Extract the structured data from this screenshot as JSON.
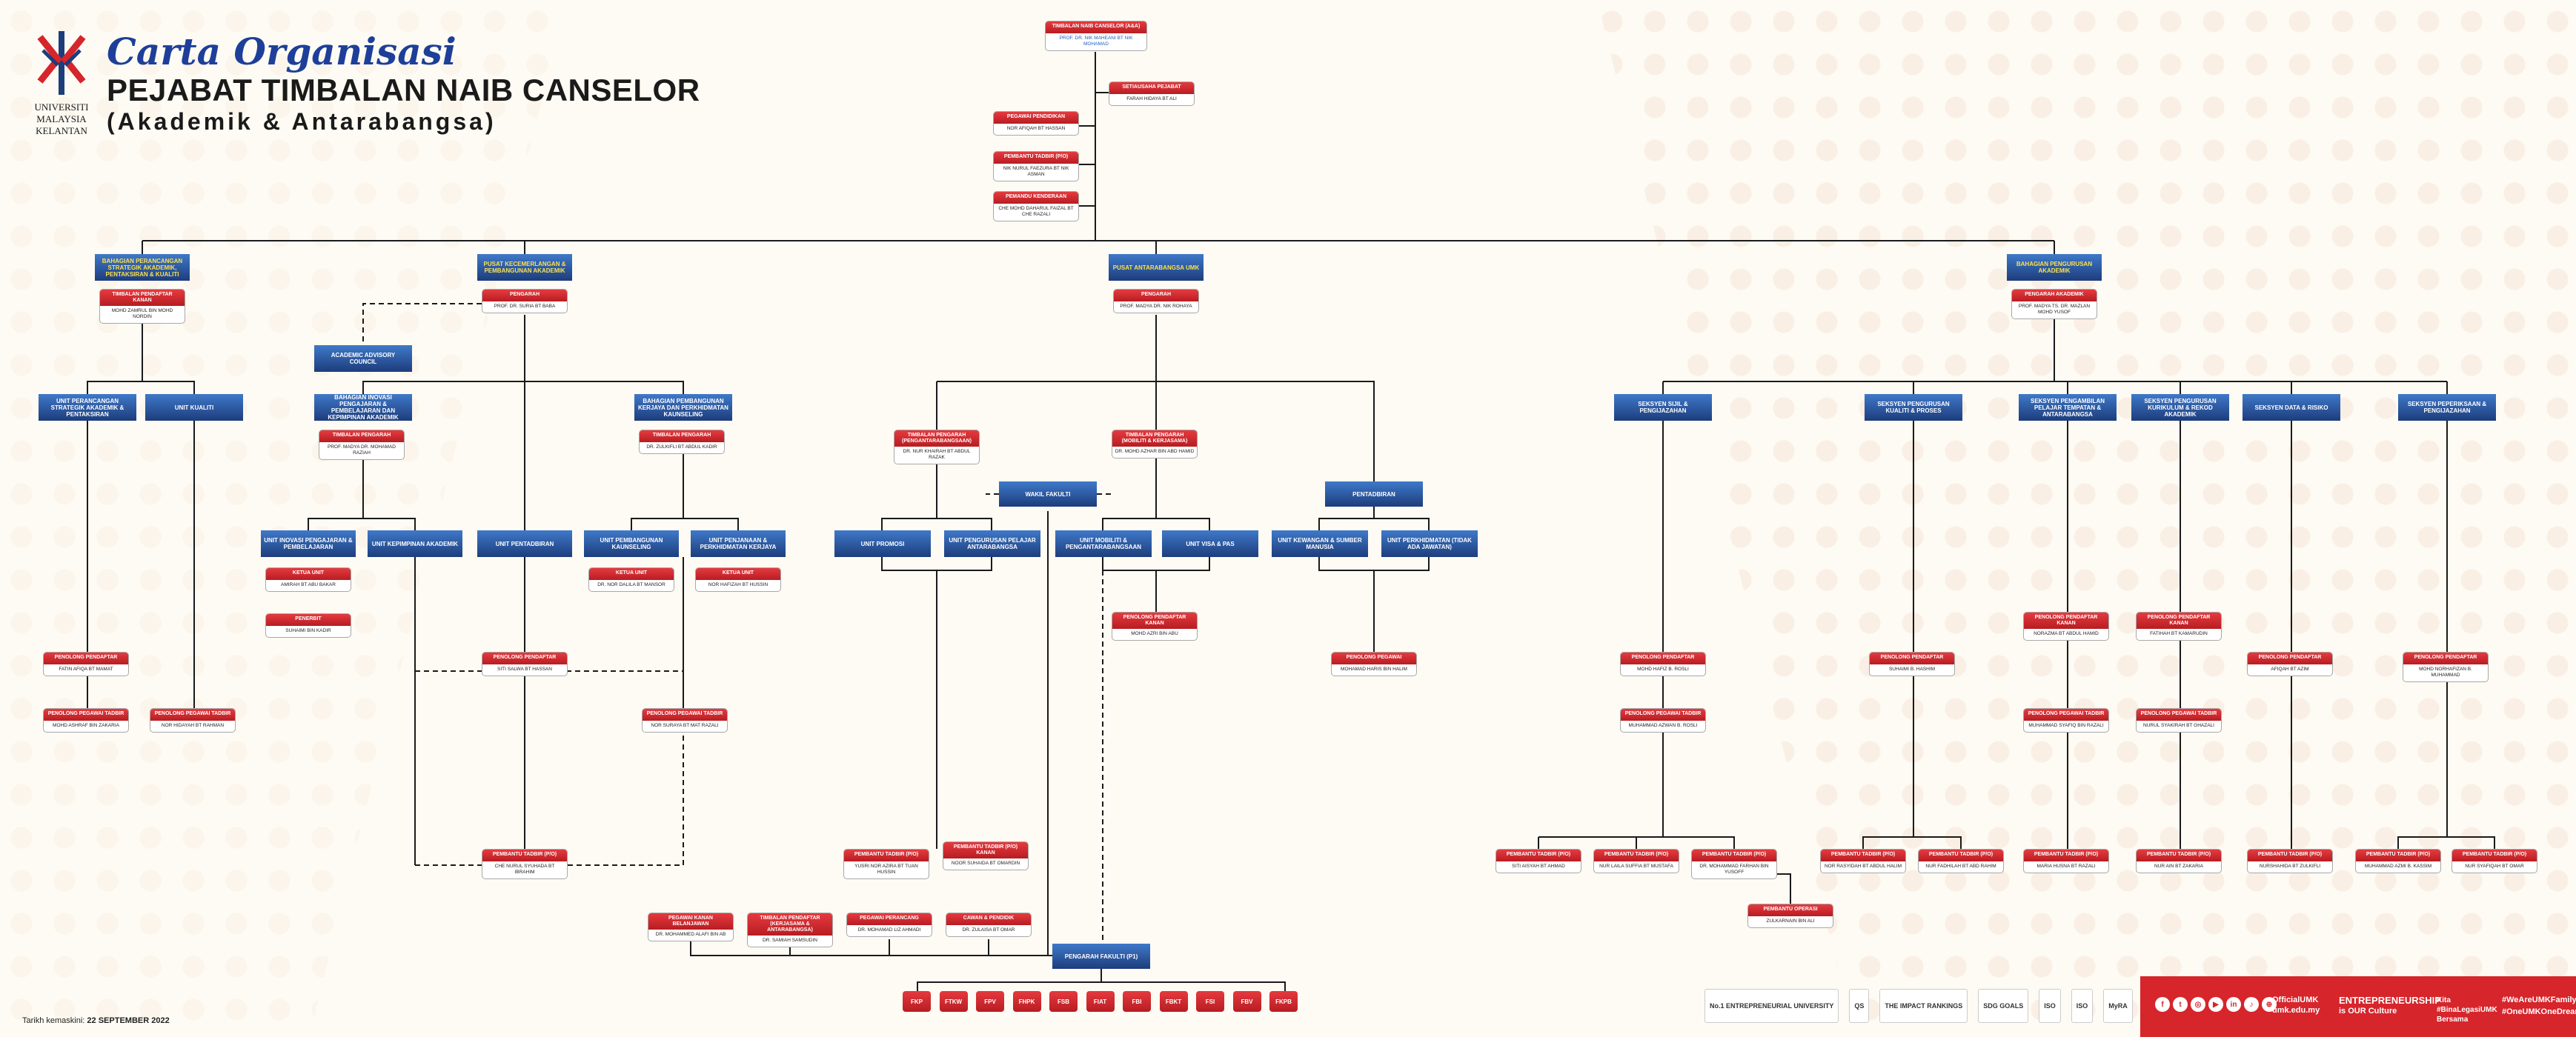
{
  "header": {
    "logo_lines": [
      "UNIVERSITI",
      "MALAYSIA",
      "KELANTAN"
    ],
    "script_title": "Carta Organisasi",
    "main_title": "PEJABAT TIMBALAN NAIB CANSELOR",
    "sub_title": "(Akademik & Antarabangsa)"
  },
  "nodes": {
    "tnc": {
      "title": "TIMBALAN NAIB CANSELOR (A&A)",
      "name": "PROF. DR. NIK MAHEANI BT NIK MOHAMAD"
    },
    "setiausaha": {
      "title": "SETIAUSAHA PEJABAT",
      "name": "FARAH HIDAYA BT ALI"
    },
    "pp_top": {
      "title": "PEGAWAI PENDIDIKAN",
      "name": "NOR AFIQAH BT HASSAN"
    },
    "pt_top": {
      "title": "PEMBANTU TADBIR (P/O)",
      "name": "NIK NURUL FAEZURA BT NIK ASMAN"
    },
    "pemandu": {
      "title": "PEMANDU KENDERAAN",
      "name": "CHE MOHD DAHARUL FAIZAL BT CHE RAZALI"
    },
    "b1": "BAHAGIAN PERANCANGAN STRATEGIK AKADEMIK, PENTAKSIRAN & KUALITI",
    "b2": "PUSAT KECEMERLANGAN & PEMBANGUNAN AKADEMIK",
    "b3": "PUSAT ANTARABANGSA UMK",
    "b4": "BAHAGIAN PENGURUSAN AKADEMIK",
    "b1_head": {
      "title": "TIMBALAN PENDAFTAR KANAN",
      "name": "MOHD ZAMRUL BIN MOHD NORDIN"
    },
    "b2_head": {
      "title": "PENGARAH",
      "name": "PROF. DR. SURIA BT BABA"
    },
    "b3_head": {
      "title": "PENGARAH",
      "name": "PROF. MADYA DR. NIK ROHAYA"
    },
    "b4_head": {
      "title": "PENGARAH AKADEMIK",
      "name": "PROF. MADYA TS. DR. MAZLAN MOHD YUSOF"
    },
    "aac": "ACADEMIC ADVISORY COUNCIL",
    "u_psa": "UNIT PERANCANGAN STRATEGIK AKADEMIK & PENTAKSIRAN",
    "u_kualiti": "UNIT KUALITI",
    "bh_inovasi": "BAHAGIAN INOVASI PENGAJARAN & PEMBELAJARAN DAN KEPIMPINAN AKADEMIK",
    "bh_kaunseling": "BAHAGIAN PEMBANGUNAN KERJAYA DAN PERKHIDMATAN KAUNSELING",
    "tp_inovasi": {
      "title": "TIMBALAN PENGARAH",
      "name": "PROF. MADYA DR. MOHAMAD RAZIAH"
    },
    "tp_kaunseling": {
      "title": "TIMBALAN PENGARAH",
      "name": "DR. ZULKIFLI BT ABDUL KADIR"
    },
    "u_inovasi": "UNIT INOVASI PENGAJARAN & PEMBELAJARAN",
    "u_kepimpinan": "UNIT KEPIMPINAN AKADEMIK",
    "u_pentadbiran": "UNIT PENTADBIRAN",
    "u_kaunseling": "UNIT PEMBANGUNAN KAUNSELING",
    "u_kerjaya": "UNIT PENJANAAN & PERKHIDMATAN KERJAYA",
    "ketua_unit1": {
      "title": "KETUA UNIT",
      "name": "AMIRAH BT ABU BAKAR"
    },
    "penerbit": {
      "title": "PENERBIT",
      "name": "SUHAIMI BIN KADIR"
    },
    "ketua_unit2": {
      "title": "KETUA UNIT",
      "name": "DR. NOR DALILA BT MANSOR"
    },
    "ketua_unit3": {
      "title": "KETUA UNIT",
      "name": "NOR HAFIZAH BT HUSSIN"
    },
    "tp_pengantar": {
      "title": "TIMBALAN PENGARAH (PENGANTARABANGSAAN)",
      "name": "DR. NUR KHAIRAH BT ABDUL RAZAK"
    },
    "tp_mobiliti": {
      "title": "TIMBALAN PENGARAH (MOBILITI & KERJASAMA)",
      "name": "DR. MOHD AZHAR BIN ABD HAMID"
    },
    "wakil_fakulti": "WAKIL FAKULTI",
    "pentadbiran_b3": "PENTADBIRAN",
    "u_promosi": "UNIT PROMOSI",
    "u_pelajar_intl": "UNIT PENGURUSAN PELAJAR ANTARABANGSA",
    "u_mobiliti": "UNIT MOBILITI & PENGANTARABANGSAAN",
    "u_visa": "UNIT VISA & PAS",
    "u_kewangan": "UNIT KEWANGAN & SUMBER MANUSIA",
    "u_perkhidmatan": "UNIT PERKHIDMATAN (TIDAK ADA JAWATAN)",
    "ppk_mobiliti": {
      "title": "PENOLONG PENDAFTAR KANAN",
      "name": "MOHD AZRI BIN ABU"
    },
    "pp_kewangan": {
      "title": "PENOLONG PEGAWAI",
      "name": "MOHAMAD HARIS BIN HALIM"
    },
    "s_sijil": "SEKSYEN SIJIL & PENGIJAZAHAN",
    "s_kualiti": "SEKSYEN PENGURUSAN KUALITI & PROSES",
    "s_pengambilan": "SEKSYEN PENGAMBILAN PELAJAR TEMPATAN & ANTARABANGSA",
    "s_rekod": "SEKSYEN PENGURUSAN KURIKULUM & REKOD AKADEMIK",
    "s_data": "SEKSYEN DATA & RISIKO",
    "s_peperiksaan": "SEKSYEN PEPERIKSAAN & PENGIJAZAHAN",
    "pp_col1": {
      "title": "PENOLONG PENDAFTAR",
      "name": "FATIN AFIQA BT MAMAT"
    },
    "pp_col1b": {
      "title": "PENOLONG PEGAWAI TADBIR",
      "name": "MOHD ASHRAF BIN ZAKARIA"
    },
    "pp_kualiti": {
      "title": "PENOLONG PEGAWAI TADBIR",
      "name": "NOR HIDAYAH BT RAHMAN"
    },
    "pp_b2a": {
      "title": "PENOLONG PENDAFTAR",
      "name": "SITI SALWA BT HASSAN"
    },
    "pp_b2b": {
      "title": "PENOLONG PEGAWAI TADBIR",
      "name": "NOR SURAYA BT MAT RAZALI"
    },
    "pt_b2": {
      "title": "PEMBANTU TADBIR (P/O)",
      "name": "CHE NURUL SYUHADA BT IBRAHIM"
    },
    "pp_sijil": {
      "title": "PENOLONG PENDAFTAR",
      "name": "MOHD HAFIZ B. ROSLI"
    },
    "ppt_sijil": {
      "title": "PENOLONG PEGAWAI TADBIR",
      "name": "MUHAMMAD AZWAN B. ROSLI"
    },
    "pp_kual2": {
      "title": "PENOLONG PENDAFTAR",
      "name": "SUHAIMI B. HASHIM"
    },
    "pp_ambil": {
      "title": "PENOLONG PENDAFTAR KANAN",
      "name": "NORAZMA BT ABDUL HAMID"
    },
    "ppt_ambil": {
      "title": "PENOLONG PEGAWAI TADBIR",
      "name": "MUHAMMAD SYAFIQ BIN RAZALI"
    },
    "pp_rekod": {
      "title": "PENOLONG PENDAFTAR KANAN",
      "name": "FATIHAH BT KAMARUDIN"
    },
    "ppt_rekod": {
      "title": "PENOLONG PEGAWAI TADBIR",
      "name": "NURUL SYAKIRAH BT GHAZALI"
    },
    "pp_data": {
      "title": "PENOLONG PENDAFTAR",
      "name": "AFIQAH BT AZIM"
    },
    "pp_peperiksaan": {
      "title": "PENOLONG PENDAFTAR",
      "name": "MOHD NORHAFIZAN B. MUHAMMAD"
    },
    "pt_promosi": {
      "title": "PEMBANTU TADBIR (P/O)",
      "name": "YUSRI NOR AZIRA BT TUAN HUSSIN"
    },
    "pt_pelajar": {
      "title": "PEMBANTU TADBIR (P/O) KANAN",
      "name": "NOOR SUHAIDA BT OMARDIN"
    },
    "pt_sijil1": {
      "title": "PEMBANTU TADBIR (P/O)",
      "name": "SITI AISYAH BT AHMAD"
    },
    "pt_sijil2": {
      "title": "PEMBANTU TADBIR (P/O)",
      "name": "NUR LAILA SUFFIA BT MUSTAFA"
    },
    "pt_sijil3": {
      "title": "PEMBANTU TADBIR (P/O)",
      "name": "DR. MOHAMMAD FARHAN BIN YUSOFF"
    },
    "pt_operasi": {
      "title": "PEMBANTU OPERASI",
      "name": "ZULKARNAIN BIN ALI"
    },
    "pt_kual1": {
      "title": "PEMBANTU TADBIR (P/O)",
      "name": "NOR RASYIDAH BT ABDUL HALIM"
    },
    "pt_kual2": {
      "title": "PEMBANTU TADBIR (P/O)",
      "name": "NUR FADHILAH BT ABD RAHIM"
    },
    "pt_ambil": {
      "title": "PEMBANTU TADBIR (P/O)",
      "name": "MARIA HUSNA BT RAZALI"
    },
    "pt_rekod": {
      "title": "PEMBANTU TADBIR (P/O)",
      "name": "NUR AIN BT ZAKARIA"
    },
    "pt_data": {
      "title": "PEMBANTU TADBIR (P/O)",
      "name": "NURSHAHIDA BT ZULKIFLI"
    },
    "pt_pep1": {
      "title": "PEMBANTU TADBIR (P/O)",
      "name": "MUHAMMAD AZMI B. KASSIM"
    },
    "pt_pep2": {
      "title": "PEMBANTU TADBIR (P/O)",
      "name": "NUR SYAFIQAH BT OMAR"
    },
    "bot1": {
      "title": "PEGAWAI KANAN BELANJAWAN",
      "name": "DR. MOHAMMED ALAFI BIN AB"
    },
    "bot2": {
      "title": "TIMBALAN PENDAFTAR (KERJASAMA & ANTARABANGSA)",
      "name": "DR. SAMIAH SAMSUDIN"
    },
    "bot3": {
      "title": "PEGAWAI PERANCANG",
      "name": "DR. MOHAMAD LIZ AHMADI"
    },
    "bot4": {
      "title": "CAWAN & PENDIDIK",
      "name": "DR. ZULAISA BT OMAR"
    },
    "pengarah_fakulti": "PENGARAH FAKULTI (P1)"
  },
  "faculties": [
    "FKP",
    "FTKW",
    "FPV",
    "FHPK",
    "FSB",
    "FIAT",
    "FBI",
    "FBKT",
    "FSI",
    "FBV",
    "FKPB"
  ],
  "footer": {
    "date_label": "Tarikh kemaskini:",
    "date_value": "22 SEPTEMBER 2022",
    "partner_logos": [
      "No.1 ENTREPRENEURIAL UNIVERSITY",
      "QS",
      "THE IMPACT RANKINGS",
      "SDG GOALS",
      "ISO",
      "ISO",
      "MyRA"
    ],
    "social_handle": "OfficialUMK",
    "site": "umk.edu.my",
    "entrepreneurship_line1": "ENTREPRENEURSHIP",
    "entrepreneurship_line2": "is OUR Culture",
    "tagline1": "Kita #BinaLegasiUMK Bersama",
    "hashtags": [
      "#WeAreUMKFamily",
      "#OneUMKOneDream"
    ]
  },
  "colors": {
    "navy": "#1d3d7c",
    "red": "#d6252b",
    "title_blue": "#1d3f9a"
  }
}
